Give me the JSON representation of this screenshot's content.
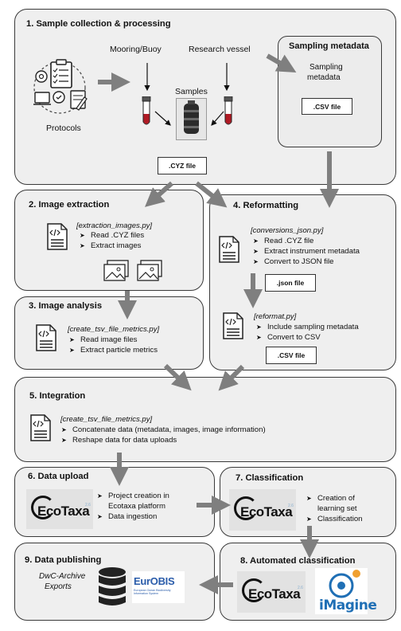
{
  "section1": {
    "title": "1. Sample collection & processing",
    "protocols_label": "Protocols",
    "mooring_label": "Mooring/Buoy",
    "vessel_label": "Research vessel",
    "samples_label": "Samples",
    "cyz_file": ".CYZ file"
  },
  "metadata": {
    "title": "Sampling metadata",
    "text_line1": "Sampling",
    "text_line2": "metadata",
    "csv_file": ".CSV file"
  },
  "section2": {
    "title": "2. Image extraction",
    "script": "[extraction_images.py]",
    "bullets": [
      "Read .CYZ files",
      "Extract images"
    ]
  },
  "section3": {
    "title": "3. Image analysis",
    "script": "[create_tsv_file_metrics.py]",
    "bullets": [
      "Read image files",
      "Extract particle metrics"
    ]
  },
  "section4": {
    "title": "4. Reformatting",
    "script1": "[conversions_json.py]",
    "bullets1": [
      "Read .CYZ file",
      "Extract instrument metadata",
      "Convert to JSON file"
    ],
    "json_file": ".json file",
    "script2": "[reformat.py]",
    "bullets2": [
      "Include sampling metadata",
      "Convert to CSV"
    ],
    "csv_file": ".CSV file"
  },
  "section5": {
    "title": "5. Integration",
    "script": "[create_tsv_file_metrics.py]",
    "bullets": [
      "Concatenate data (metadata, images, image information)",
      "Reshape data for data uploads"
    ]
  },
  "section6": {
    "title": "6. Data upload",
    "bullets": [
      "Project creation in",
      "Ecotaxa platform",
      "Data ingestion"
    ]
  },
  "section7": {
    "title": "7. Classification",
    "bullets": [
      "Creation of",
      "learning set",
      "Classification"
    ]
  },
  "section8": {
    "title": "8. Automated classification",
    "imagine_logo": "iMagine"
  },
  "section9": {
    "title": "9. Data publishing",
    "text_line1": "DwC-Archive",
    "text_line2": "Exports",
    "eurobis_name": "EurOBIS",
    "eurobis_sub": "European Ocean Biodiversity Information System"
  },
  "ecotaxa": {
    "name": "EcoTaxa",
    "version": "2.6"
  },
  "colors": {
    "box_fill": "#efefef",
    "arrow": "#7f7f7f",
    "logo_bg": "#e2e2e2",
    "eurobis_blue": "#2a5caa",
    "imagine_blue": "#1f6fb5",
    "imagine_orange": "#f0a030"
  }
}
